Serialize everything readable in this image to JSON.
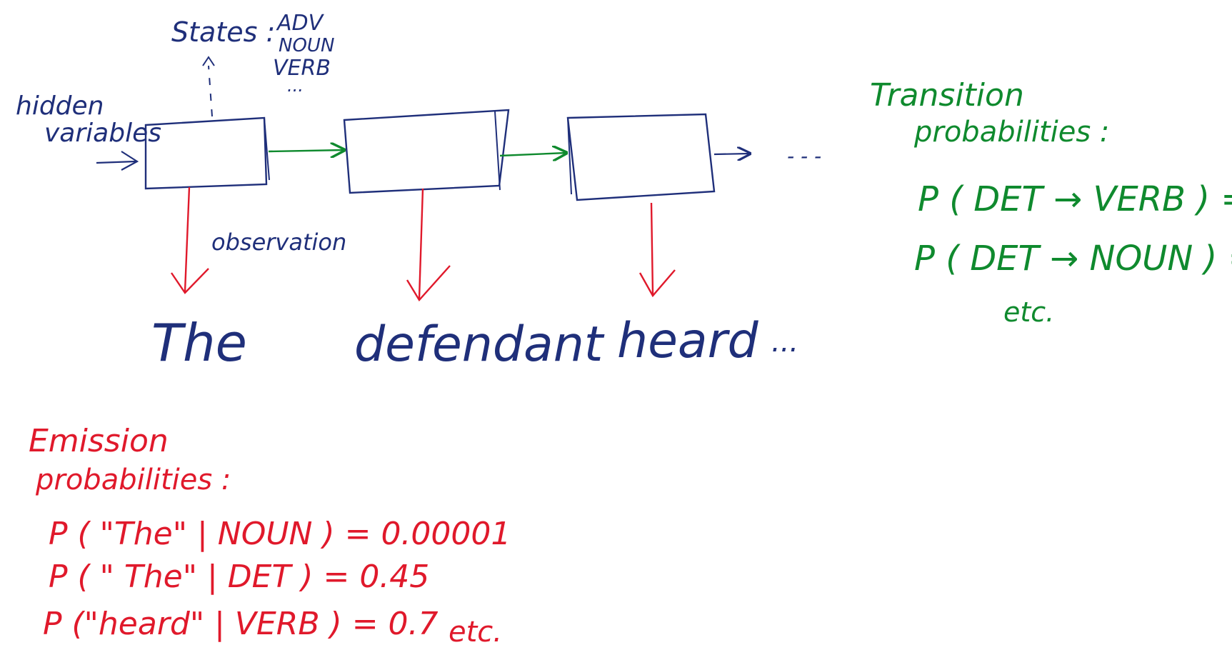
{
  "colors": {
    "blue": "#1f2f7a",
    "green": "#0f8a2e",
    "red": "#e0192b"
  },
  "labels": {
    "states": "States :",
    "state_list": [
      "ADV",
      "NOUN",
      "VERB",
      "..."
    ],
    "hidden_line1": "hidden",
    "hidden_line2": "variables",
    "observation": "observation",
    "ellipsis_chain": "- - -"
  },
  "words": [
    "The",
    "defendant",
    "heard",
    "..."
  ],
  "transition": {
    "title_line1": "Transition",
    "title_line2": "probabilities :",
    "lines": [
      "P ( DET → VERB ) =  . .",
      "P ( DET → NOUN ) =  ."
    ],
    "etc": "etc."
  },
  "emission": {
    "title_line1": "Emission",
    "title_line2": "probabilities :",
    "lines": [
      "P ( \"The\" | NOUN )  =  0.00001",
      "P ( \" The\" | DET )  =  0.45",
      "P (\"heard\" | VERB )  =  0.7"
    ],
    "etc": "etc."
  },
  "icons": {
    "transition_arrow": "right-arrow-icon",
    "emission_arrow": "down-arrow-icon"
  }
}
